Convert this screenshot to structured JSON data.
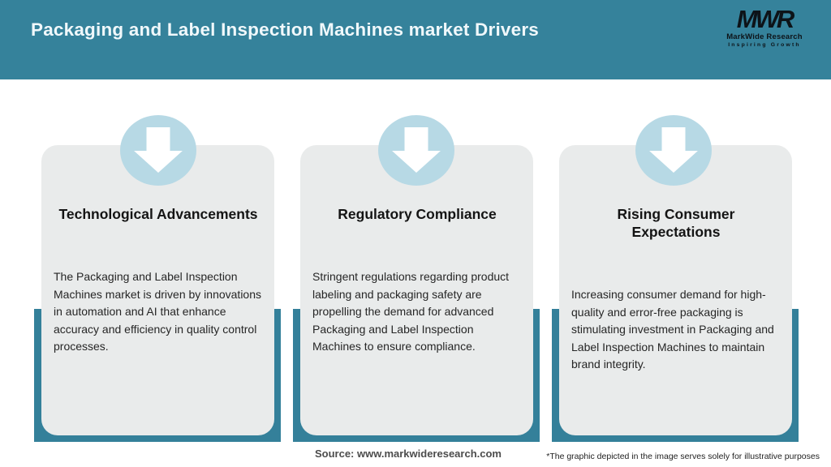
{
  "header": {
    "title": "Packaging and Label Inspection Machines market Drivers",
    "logo": {
      "monogram": "MWR",
      "name": "MarkWide Research",
      "tagline": "Inspiring Growth"
    }
  },
  "cards": [
    {
      "icon": "down-arrow-icon",
      "title": "Technological Advancements",
      "description": "The Packaging and Label Inspection Machines market is driven by innovations in automation and AI that enhance accuracy and efficiency in quality control processes."
    },
    {
      "icon": "down-arrow-icon",
      "title": "Regulatory Compliance",
      "description": "Stringent regulations regarding product labeling and packaging safety are propelling the demand for advanced Packaging and Label Inspection Machines to ensure compliance."
    },
    {
      "icon": "down-arrow-icon",
      "title": "Rising Consumer Expectations",
      "description": "Increasing consumer demand for high-quality and error-free packaging is stimulating investment in Packaging and Label Inspection Machines to maintain brand integrity."
    }
  ],
  "footer": {
    "source": "Source: www.markwideresearch.com",
    "disclaimer": "*The graphic depicted in the image serves solely for illustrative purposes"
  },
  "colors": {
    "header_teal": "#35829B",
    "band_teal": "#34809A",
    "card_background": "#E9EBEB",
    "circle_blue": "#B7D9E5",
    "arrow_white": "#FFFFFF",
    "title_text": "#F0F8FB",
    "heading_text": "#141414",
    "body_text": "#262626",
    "source_text": "#4C4C4C"
  }
}
